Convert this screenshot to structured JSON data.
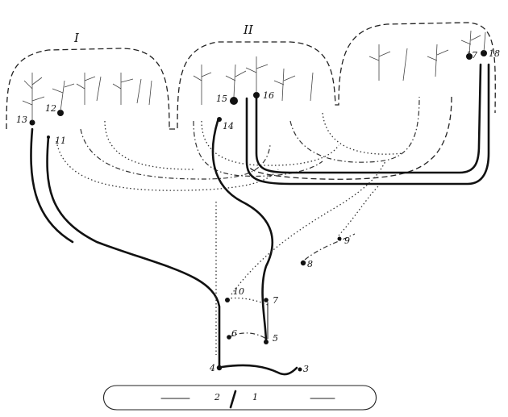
{
  "figure": {
    "region_labels": [
      "I",
      "II"
    ],
    "node_labels": [
      "1",
      "2",
      "3",
      "4",
      "5",
      "6",
      "7",
      "8",
      "9",
      "10",
      "11",
      "12",
      "13",
      "14",
      "15",
      "16",
      "17",
      "18"
    ]
  }
}
